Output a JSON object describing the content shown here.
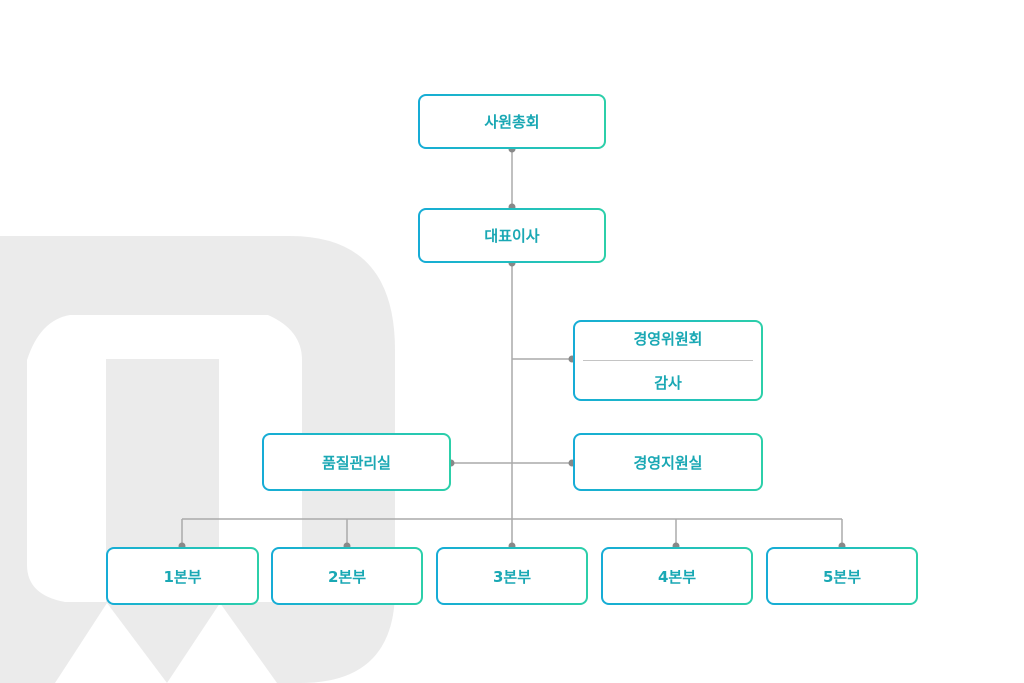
{
  "org_chart": {
    "general_meeting": "사원총회",
    "ceo": "대표이사",
    "committee": {
      "top": "경영위원회",
      "bottom": "감사"
    },
    "quality_office": "품질관리실",
    "support_office": "경영지원실",
    "divisions": [
      "1본부",
      "2본부",
      "3본부",
      "4본부",
      "5본부"
    ]
  },
  "colors": {
    "accent_text": "#1aa8b4",
    "border_start": "#16acd6",
    "border_end": "#2ccfa9",
    "line": "#aaaaaa",
    "watermark": "#ebebeb"
  }
}
